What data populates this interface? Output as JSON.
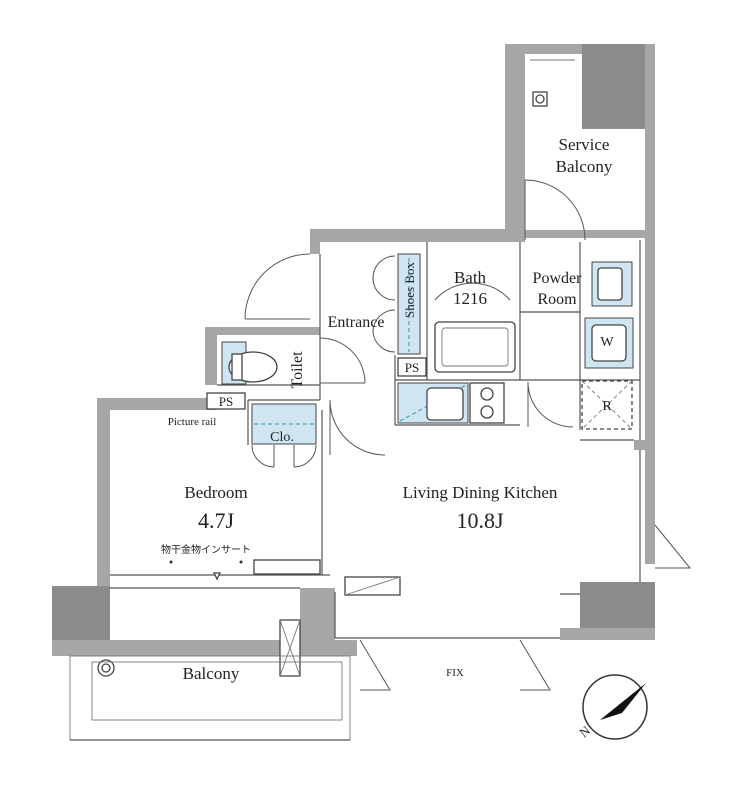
{
  "rooms": {
    "service_balcony_line1": "Service",
    "service_balcony_line2": "Balcony",
    "bath": "Bath",
    "bath_size": "1216",
    "powder_line1": "Powder",
    "powder_line2": "Room",
    "shoes_box": "Shoes Box",
    "entrance": "Entrance",
    "toilet": "Toilet",
    "ps_toilet": "PS",
    "ps_bath": "PS",
    "picture_rail": "Picture rail",
    "closet": "Clo.",
    "bedroom": "Bedroom",
    "bedroom_size": "4.7J",
    "drying_insert": "物干金物インサート",
    "ldk": "Living Dining Kitchen",
    "ldk_size": "10.8J",
    "balcony": "Balcony",
    "fix": "FIX",
    "washer": "W",
    "fridge": "R"
  },
  "compass": {
    "north_label": "N"
  }
}
